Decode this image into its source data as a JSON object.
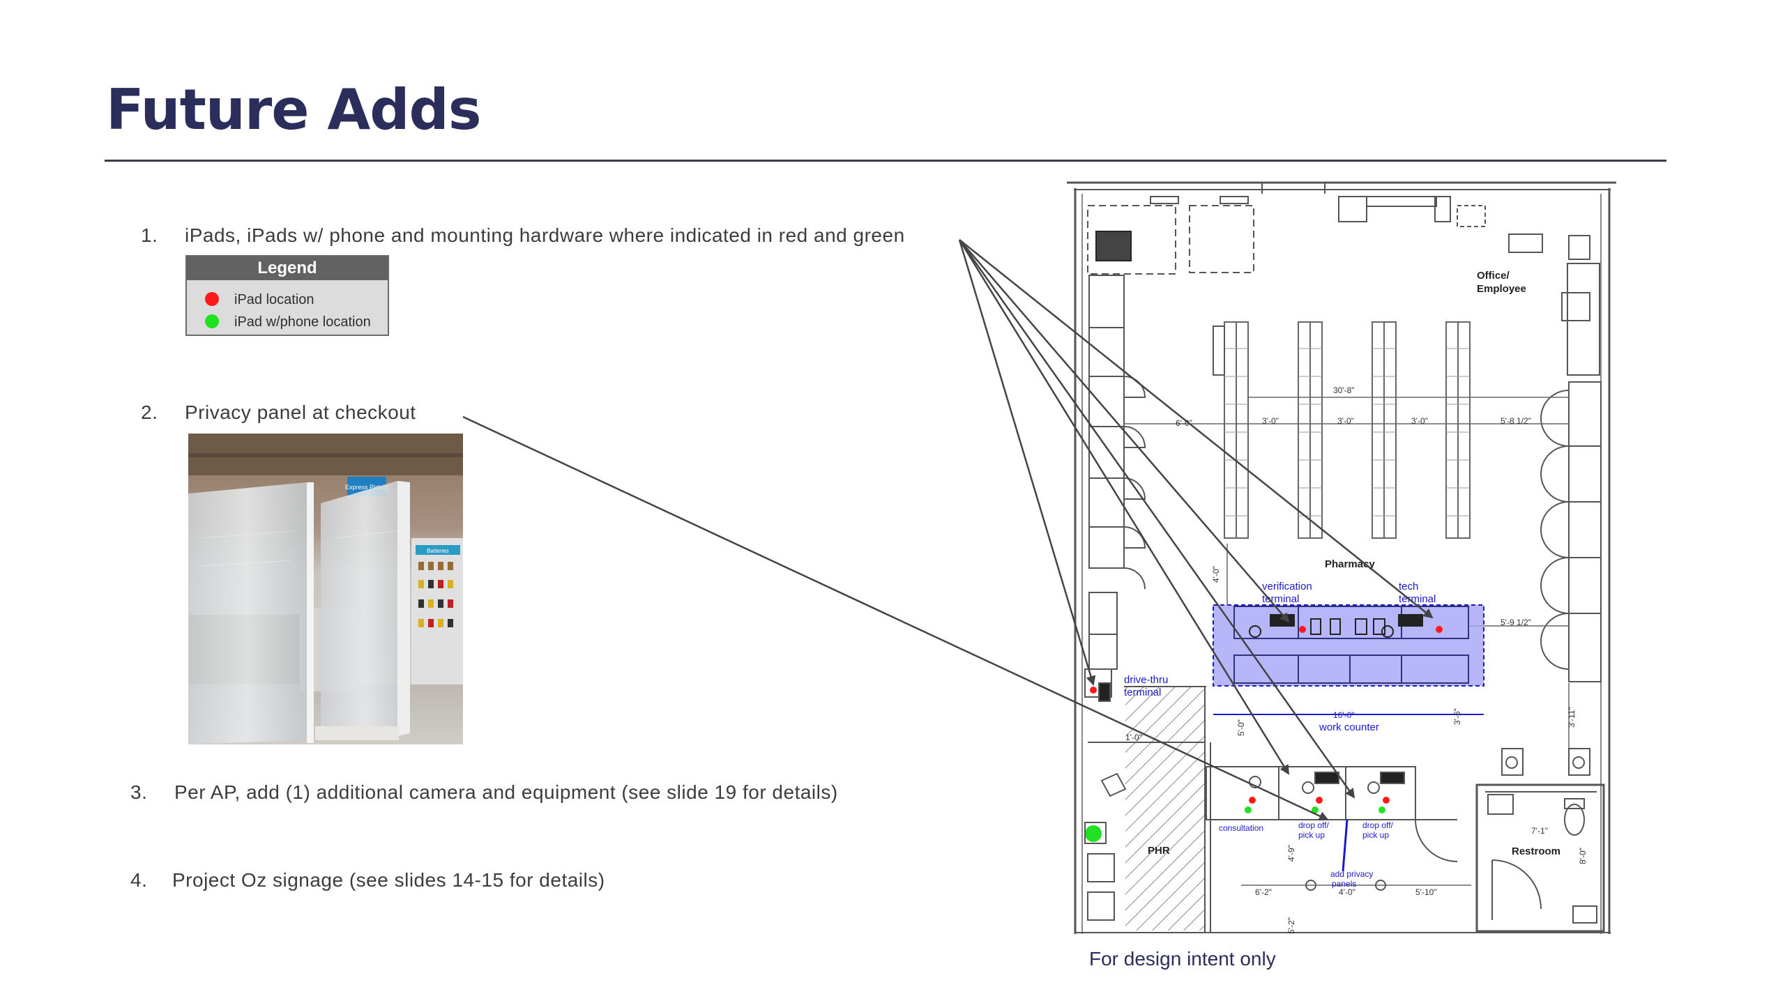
{
  "slide": {
    "title": "Future Adds",
    "footnote": "For design intent only"
  },
  "items": [
    {
      "num": "1.",
      "text": "iPads, iPads w/ phone and mounting hardware where indicated in red and green"
    },
    {
      "num": "2.",
      "text": "Privacy panel at checkout"
    },
    {
      "num": "3.",
      "text": "Per AP, add (1) additional camera and equipment (see slide 19 for details)"
    },
    {
      "num": "4.",
      "text": "Project Oz signage (see slides 14-15 for details)"
    }
  ],
  "legend": {
    "title": "Legend",
    "entries": [
      {
        "label": "iPad location",
        "color": "#ff1a1a"
      },
      {
        "label": "iPad w/phone location",
        "color": "#22e022"
      }
    ]
  },
  "photo": {
    "signs": [
      "Express Pickup",
      "Batteries"
    ]
  },
  "floorplan": {
    "rooms": {
      "office": [
        "Office/",
        "Employee"
      ],
      "pharmacy": "Pharmacy",
      "restroom": "Restroom",
      "phr": "PHR"
    },
    "labels": {
      "verification": [
        "verification",
        "terminal"
      ],
      "tech": [
        "tech",
        "terminal"
      ],
      "drive_thru": [
        "drive-thru",
        "terminal"
      ],
      "work_counter": "work counter",
      "consultation": "consultation",
      "dropoff1": [
        "drop off/",
        "pick up"
      ],
      "dropoff2": [
        "drop off/",
        "pick up"
      ],
      "privacy": [
        "add privacy",
        "panels"
      ]
    },
    "dims": {
      "d30_8": "30'-8\"",
      "d6_0": "6'-0\"",
      "d3_0a": "3'-0\"",
      "d3_0b": "3'-0\"",
      "d3_0c": "3'-0\"",
      "d5_8": "5'-8 1/2\"",
      "d5_9": "5'-9 1/2\"",
      "d16_0": "16'-0\"",
      "d4_0v": "4'-0\"",
      "d5_0v": "5'-0\"",
      "d3_6v": "3'-6\"",
      "d3_11v": "3'-11\"",
      "d4_9v": "4'-9\"",
      "d5_2v": "5'-2\"",
      "d6_2": "6'-2\"",
      "d4_0": "4'-0\"",
      "d5_10": "5'-10\"",
      "d7_1": "7'-1\"",
      "d8_0v": "8'-0\"",
      "d1_0": "1'-0\""
    },
    "colors": {
      "annotation": "#1a1acc",
      "counter_fill": "#a4a4f8",
      "ipad_red": "#ff1a1a",
      "ipad_green": "#22e022"
    }
  }
}
